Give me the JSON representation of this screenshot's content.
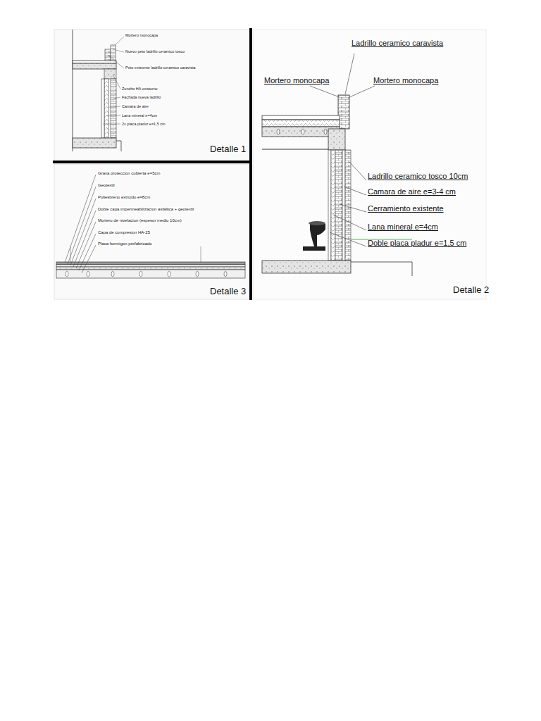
{
  "diagram": {
    "labels": [
      "Mortero monocapa",
      "Nuevo peto ladrillo ceramico tosco",
      "Peto existente ladrillo ceramico caravista",
      "Zuncho HA existente",
      "Fachada nueva ladrillo",
      "Camara de aire",
      "Lana mineral e=4cm",
      "2x placa pladur e=1,5 cm",
      "Detalle 1",
      "Ladrillo ceramico caravista",
      "Mortero monocapa",
      "Mortero monocapa",
      "Ladrillo ceramico tosco 10cm",
      "Camara de aire e=3-4 cm",
      "Cerramiento existente",
      "Lana mineral e=4cm",
      "Doble placa pladur e=1,5 cm",
      "Detalle 2",
      "Grava proteccion cubierta e=5cm",
      "Geotextil",
      "Poliestireno extruido e=8cm",
      "Doble capa impermeabilizacion asfaltica + geotextil",
      "Mortero de nivelacion (espesor medio 10cm)",
      "Capa de compresion HA-25",
      "Placa hormigon prefabricado",
      "Detalle 3"
    ]
  }
}
